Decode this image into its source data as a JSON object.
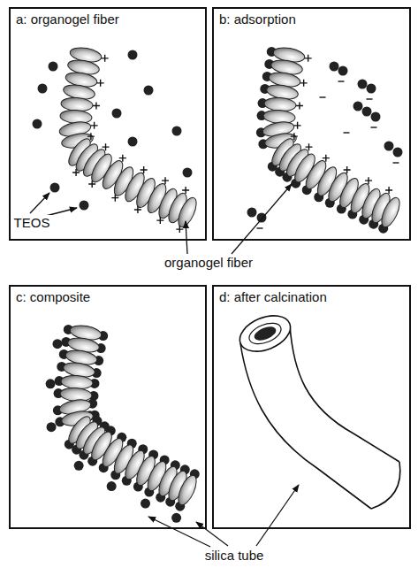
{
  "diagram": {
    "nodes": [
      {
        "text": [
          "a: organogel fiber"
        ]
      },
      {
        "text": [
          "b: adsorption"
        ]
      },
      {
        "text": [
          "c: composite"
        ]
      },
      {
        "text": [
          "d: after calcination"
        ]
      }
    ],
    "labels": [
      "TEOS",
      "organogel fiber",
      "silica tube"
    ]
  }
}
